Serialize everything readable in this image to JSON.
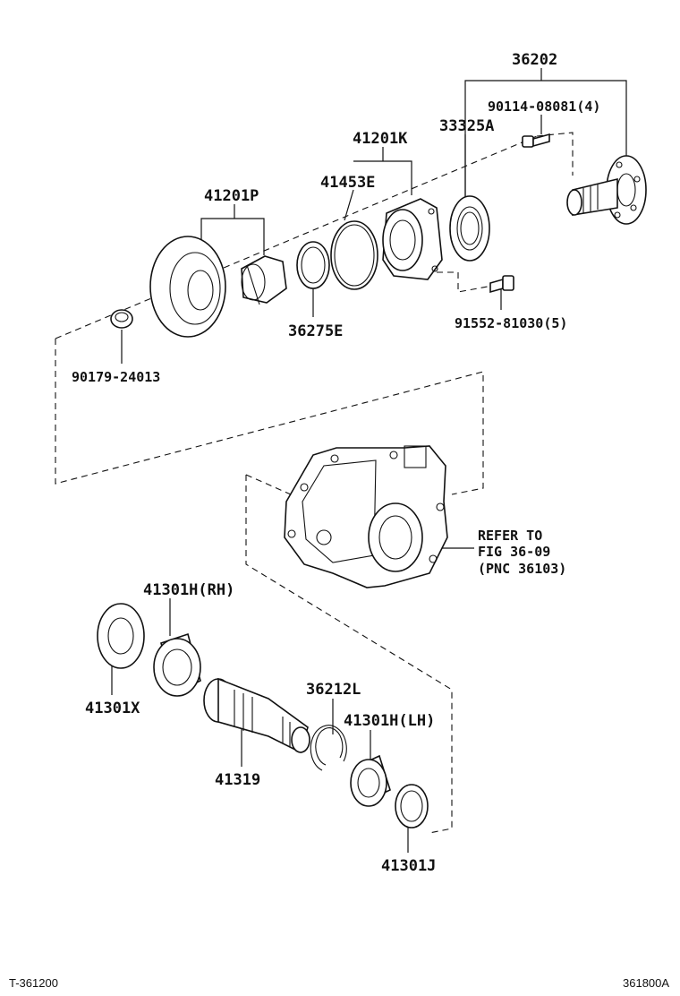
{
  "labels": {
    "p36202": "36202",
    "p90114": "90114-08081(4)",
    "p33325A": "33325A",
    "p41201K": "41201K",
    "p41453E": "41453E",
    "p41201P": "41201P",
    "p36275E": "36275E",
    "p91552": "91552-81030(5)",
    "p90179": "90179-24013",
    "refer_line1": "REFER TO",
    "refer_line2": "FIG 36-09",
    "refer_line3": "(PNC 36103)",
    "p41301H_RH": "41301H(RH)",
    "p41301X": "41301X",
    "p36212L": "36212L",
    "p41301H_LH": "41301H(LH)",
    "p41319": "41319",
    "p41301J": "41301J"
  },
  "footer": {
    "left_code": "T-361200",
    "right_code": "361800A"
  },
  "colors": {
    "ink": "#111111",
    "paper": "#ffffff"
  }
}
